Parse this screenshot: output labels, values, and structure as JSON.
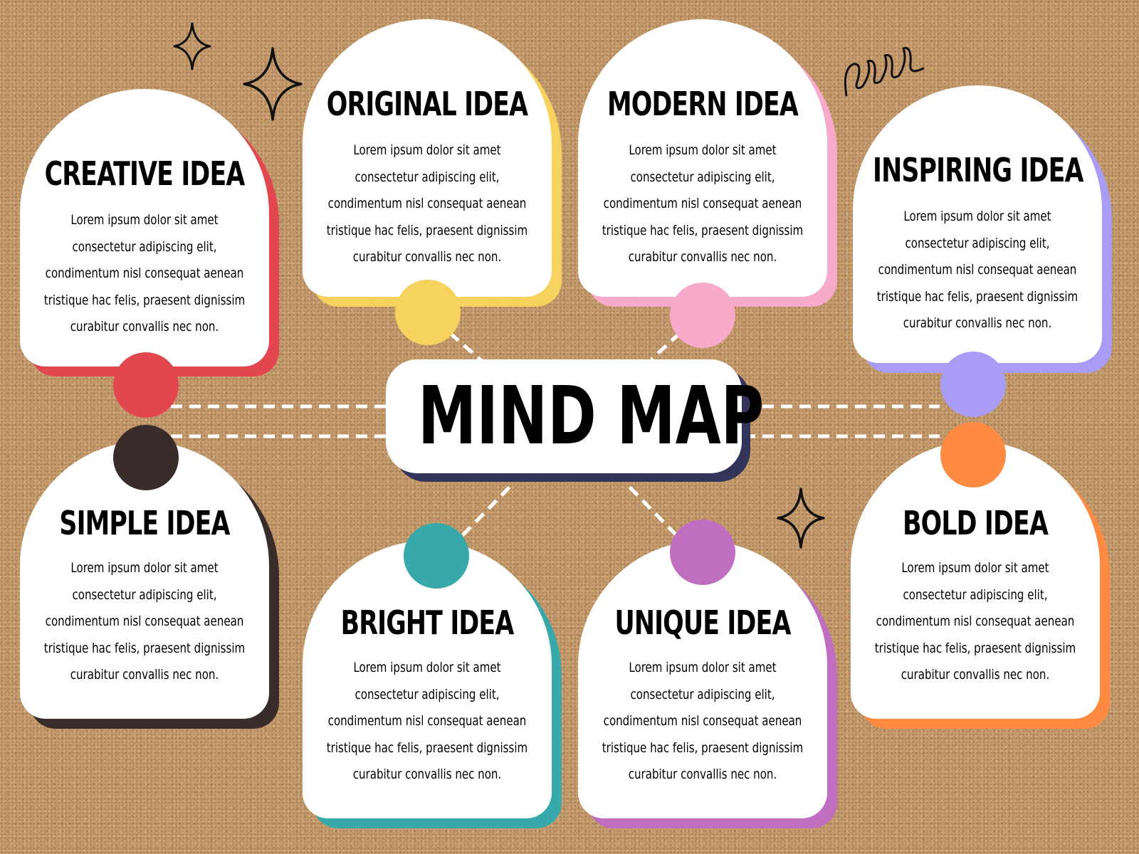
{
  "center": {
    "title": "MIND MAP",
    "accent": "#32345a"
  },
  "cards": [
    {
      "id": "creative",
      "title": "CREATIVE IDEA",
      "accent": "#e2474f",
      "body": "Lorem ipsum dolor sit amet\nconsectetur adipiscing elit,\ncondimentum nisl consequat aenean\ntristique hac felis, praesent dignissim\ncurabitur convallis nec non."
    },
    {
      "id": "original",
      "title": "ORIGINAL IDEA",
      "accent": "#f8d25e",
      "body": "Lorem ipsum dolor sit amet\nconsectetur adipiscing elit,\ncondimentum nisl consequat aenean\ntristique hac felis, praesent dignissim\ncurabitur convallis nec non."
    },
    {
      "id": "modern",
      "title": "MODERN IDEA",
      "accent": "#f8aacb",
      "body": "Lorem ipsum dolor sit amet\nconsectetur adipiscing elit,\ncondimentum nisl consequat aenean\ntristique hac felis, praesent dignissim\ncurabitur convallis nec non."
    },
    {
      "id": "inspiring",
      "title": "INSPIRING IDEA",
      "accent": "#a99cf5",
      "body": "Lorem ipsum dolor sit amet\nconsectetur adipiscing elit,\ncondimentum nisl consequat aenean\ntristique hac felis, praesent dignissim\ncurabitur convallis nec non."
    },
    {
      "id": "simple",
      "title": "SIMPLE IDEA",
      "accent": "#3b2c2c",
      "body": "Lorem ipsum dolor sit amet\nconsectetur adipiscing elit,\ncondimentum nisl consequat aenean\ntristique hac felis, praesent dignissim\ncurabitur convallis nec non."
    },
    {
      "id": "bright",
      "title": "BRIGHT IDEA",
      "accent": "#38a9ab",
      "body": "Lorem ipsum dolor sit amet\nconsectetur adipiscing elit,\ncondimentum nisl consequat aenean\ntristique hac felis, praesent dignissim\ncurabitur convallis nec non."
    },
    {
      "id": "unique",
      "title": "UNIQUE IDEA",
      "accent": "#c06fc0",
      "body": "Lorem ipsum dolor sit amet\nconsectetur adipiscing elit,\ncondimentum nisl consequat aenean\ntristique hac felis, praesent dignissim\ncurabitur convallis nec non."
    },
    {
      "id": "bold",
      "title": "BOLD IDEA",
      "accent": "#ff8a42",
      "body": "Lorem ipsum dolor sit amet\nconsectetur adipiscing elit,\ncondimentum nisl consequat aenean\ntristique hac felis, praesent dignissim\ncurabitur convallis nec non."
    }
  ],
  "decorations": [
    "sparkle-icon",
    "sparkle-icon",
    "sparkle-icon",
    "squiggle-icon"
  ]
}
